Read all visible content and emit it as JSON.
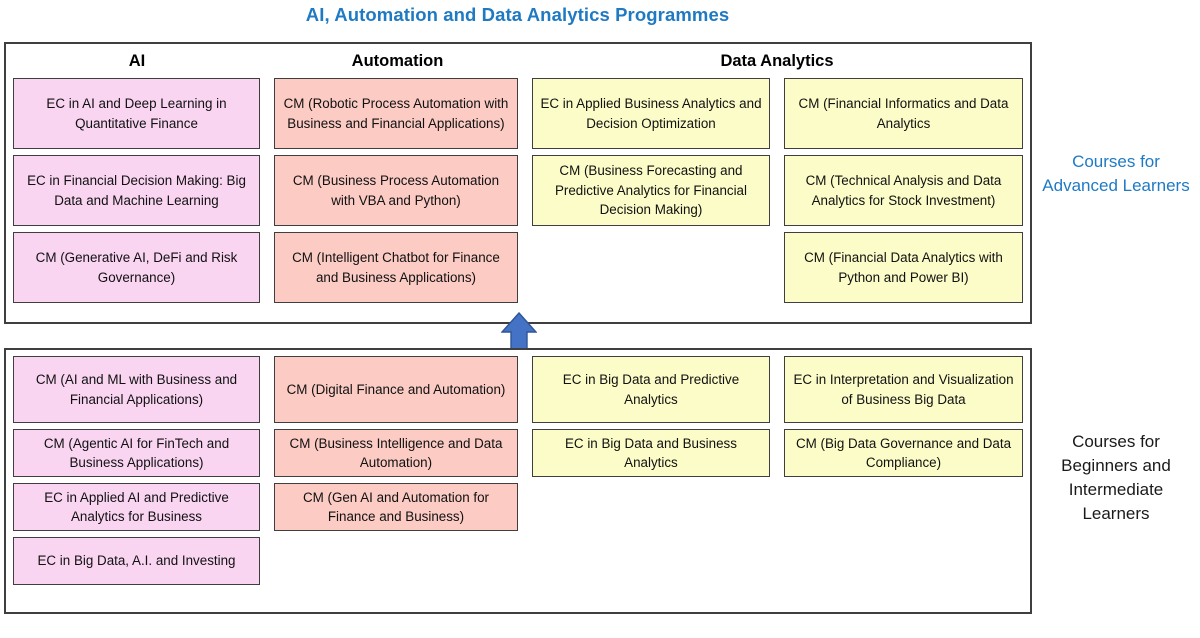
{
  "title": "AI, Automation and Data Analytics Programmes",
  "colors": {
    "title": "#1F7AC4",
    "ai_card": "#F9D5F2",
    "automation_card": "#FBCBC4",
    "data_analytics_card": "#FCFCC8",
    "arrow": "#4472C4",
    "border": "#3f3f3f",
    "advanced_label": "#1F7AC4",
    "beginner_label": "#1a1a1a"
  },
  "headers": {
    "ai": "AI",
    "automation": "Automation",
    "data_analytics": "Data Analytics"
  },
  "side_labels": {
    "advanced": "Courses for Advanced Learners",
    "beginner": "Courses for Beginners and Intermediate Learners"
  },
  "arrow": {
    "name": "up-arrow",
    "direction": "up"
  },
  "advanced": {
    "ai": [
      "EC in AI and Deep Learning in Quantitative Finance",
      "EC in Financial Decision Making: Big Data and Machine Learning",
      "CM (Generative AI, DeFi and Risk Governance)"
    ],
    "automation": [
      "CM (Robotic Process Automation with Business and Financial Applications)",
      "CM (Business Process Automation with VBA and Python)",
      "CM (Intelligent Chatbot for Finance and Business Applications)"
    ],
    "data_analytics_left": [
      "EC in Applied Business Analytics and Decision Optimization",
      "CM (Business Forecasting and Predictive Analytics for Financial Decision Making)"
    ],
    "data_analytics_right": [
      "CM (Financial Informatics and Data Analytics",
      "CM (Technical Analysis and Data Analytics for Stock Investment)",
      "CM (Financial Data Analytics with Python and Power BI)"
    ]
  },
  "beginner": {
    "ai": [
      "CM (AI and ML with Business and Financial Applications)",
      "CM (Agentic AI for FinTech and Business Applications)",
      "EC in Applied AI and Predictive Analytics for Business",
      "EC in Big Data, A.I. and Investing"
    ],
    "automation": [
      "CM (Digital Finance and Automation)",
      "CM (Business Intelligence and Data Automation)",
      "CM (Gen AI and Automation for Finance and Business)"
    ],
    "data_analytics_left": [
      "EC in Big Data and Predictive Analytics",
      "EC in Big Data and Business Analytics"
    ],
    "data_analytics_right": [
      "EC in Interpretation and Visualization of Business Big Data",
      "CM (Big Data Governance and Data Compliance)"
    ]
  }
}
